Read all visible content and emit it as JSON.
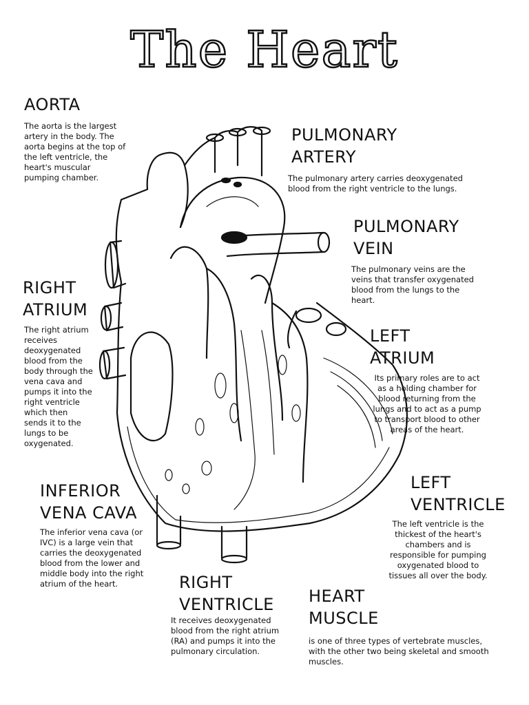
{
  "title": "The Heart",
  "labels": {
    "aorta": {
      "heading": "AORTA",
      "text": "The aorta is the largest artery in the body. The aorta begins at the top of the left ventricle, the heart's muscular pumping chamber."
    },
    "pulmonary_artery": {
      "heading_1": "PULMONARY",
      "heading_2": "ARTERY",
      "text": "The pulmonary artery carries deoxygenated blood from the right ventricle to the lungs."
    },
    "pulmonary_vein": {
      "heading_1": "PULMONARY",
      "heading_2": "VEIN",
      "text": "The pulmonary veins are the veins that transfer oxygenated blood from the lungs to the heart."
    },
    "right_atrium": {
      "heading_1": "RIGHT",
      "heading_2": "ATRIUM",
      "text": "The right atrium receives deoxygenated blood from the body through the vena cava and pumps it into the right ventricle which then sends it to the lungs to be oxygenated."
    },
    "left_atrium": {
      "heading_1": "LEFT",
      "heading_2": "ATRIUM",
      "text": "Its primary roles are to act as a holding chamber for blood returning from the lungs and to act as a pump to transport blood to other areas of the heart."
    },
    "inferior_vena_cava": {
      "heading_1": "INFERIOR",
      "heading_2": "VENA CAVA",
      "text": "The inferior vena cava (or IVC) is a large vein that carries the deoxygenated blood from the lower and middle body into the right atrium of the heart."
    },
    "left_ventricle": {
      "heading_1": "LEFT",
      "heading_2": "VENTRICLE",
      "text": "The left ventricle is the thickest of the heart's chambers and is responsible for pumping oxygenated blood to tissues all over the body."
    },
    "right_ventricle": {
      "heading_1": "RIGHT",
      "heading_2": "VENTRICLE",
      "text": "It receives deoxygenated blood from the right atrium (RA) and pumps it into the pulmonary circulation."
    },
    "heart_muscle": {
      "heading_1": "HEART",
      "heading_2": "MUSCLE",
      "text": "is one of three types of vertebrate muscles, with the other two being skeletal and smooth muscles."
    }
  }
}
